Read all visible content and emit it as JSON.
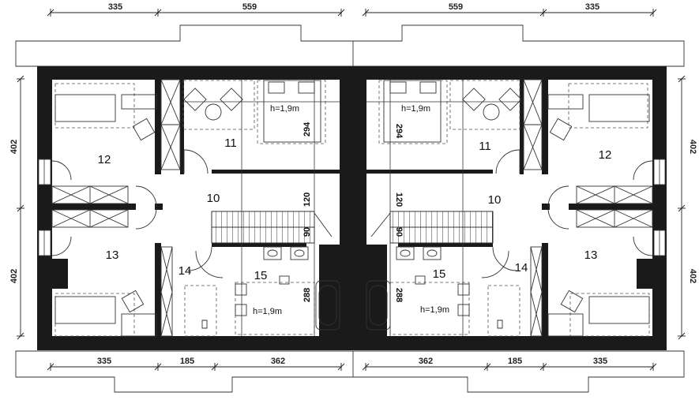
{
  "dimensions": {
    "top": [
      "335",
      "559",
      "559",
      "335"
    ],
    "bottom": [
      "335",
      "185",
      "362",
      "362",
      "185",
      "335"
    ],
    "sides": [
      "402",
      "402",
      "402",
      "402"
    ]
  },
  "rooms": {
    "left": [
      "12",
      "11",
      "10",
      "13",
      "14",
      "15"
    ],
    "right": [
      "12",
      "11",
      "10",
      "13",
      "14",
      "15"
    ]
  },
  "annotations": {
    "height_note": "h=1,9m",
    "label_294": "294",
    "label_120": "120",
    "label_90": "90",
    "label_288": "288"
  },
  "colors": {
    "wall": "#1a1a1a",
    "line": "#333333",
    "background": "#ffffff"
  }
}
